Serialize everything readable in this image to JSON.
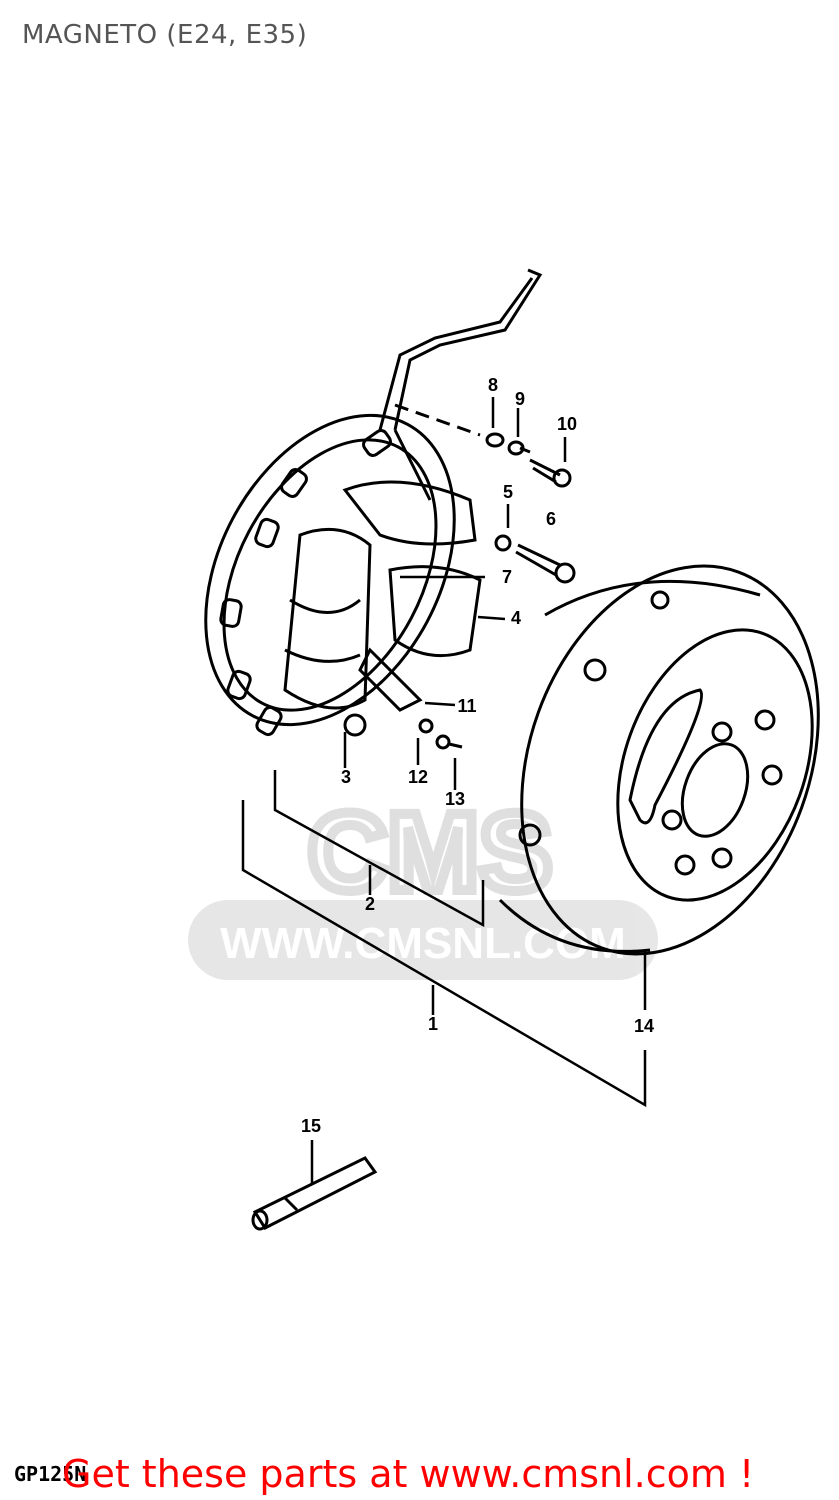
{
  "header": {
    "title": "MAGNETO (E24, E35)"
  },
  "diagram": {
    "callouts": [
      "1",
      "2",
      "3",
      "4",
      "5",
      "6",
      "7",
      "8",
      "9",
      "10",
      "11",
      "12",
      "13",
      "14",
      "15"
    ],
    "watermark": {
      "text": "WWW.CMSNL.COM",
      "logo_text": "CMS"
    }
  },
  "footer": {
    "model_code": "GP125N",
    "cta": "Get these parts at www.cmsnl.com !"
  },
  "colors": {
    "line": "#000000",
    "cta": "#ff0000",
    "watermark": "#d8d8d8",
    "title": "#555555"
  }
}
